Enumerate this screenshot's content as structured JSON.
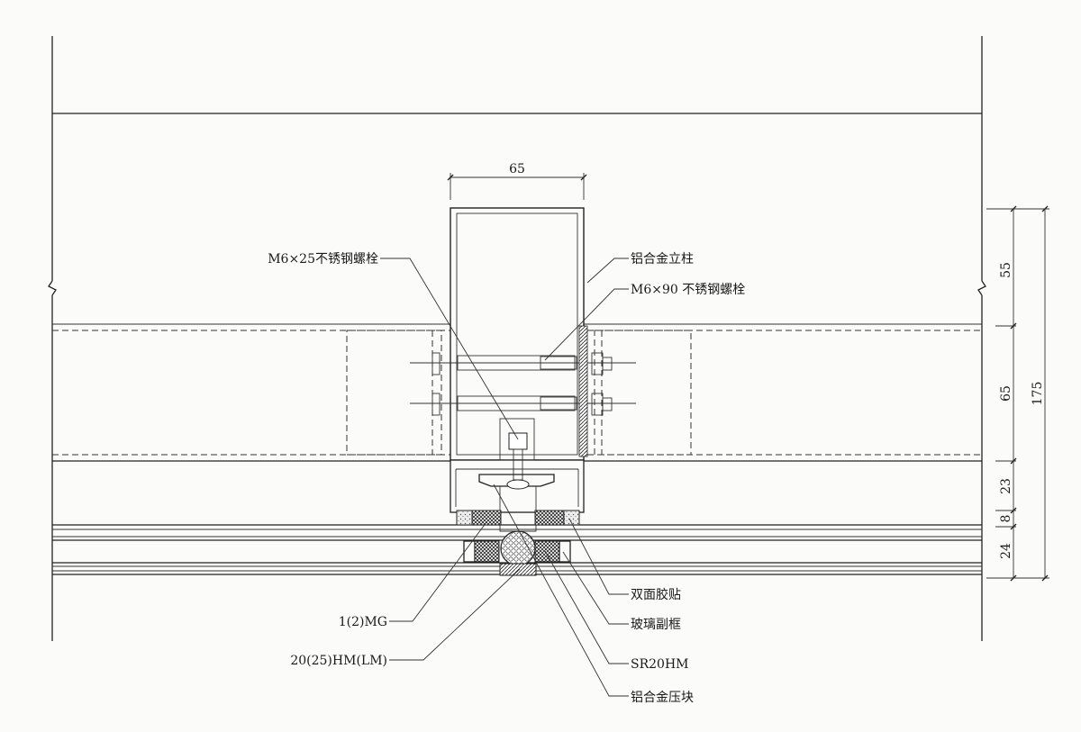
{
  "drawing": {
    "dimensions": {
      "mullion_width": "65",
      "right_segments": [
        "55",
        "65",
        "23",
        "8",
        "24"
      ],
      "total": "175"
    },
    "labels": {
      "bolt_m6x25": "M6×25不锈钢螺栓",
      "aluminum_mullion": "铝合金立柱",
      "bolt_m6x90": "M6×90 不锈钢螺栓",
      "double_sided_tape": "双面胶贴",
      "glass_subframe": "玻璃副框",
      "sr20hm": "SR20HM",
      "aluminum_pressure_block": "铝合金压块",
      "mg": "1(2)MG",
      "hm_lm": "20(25)HM(LM)"
    }
  }
}
